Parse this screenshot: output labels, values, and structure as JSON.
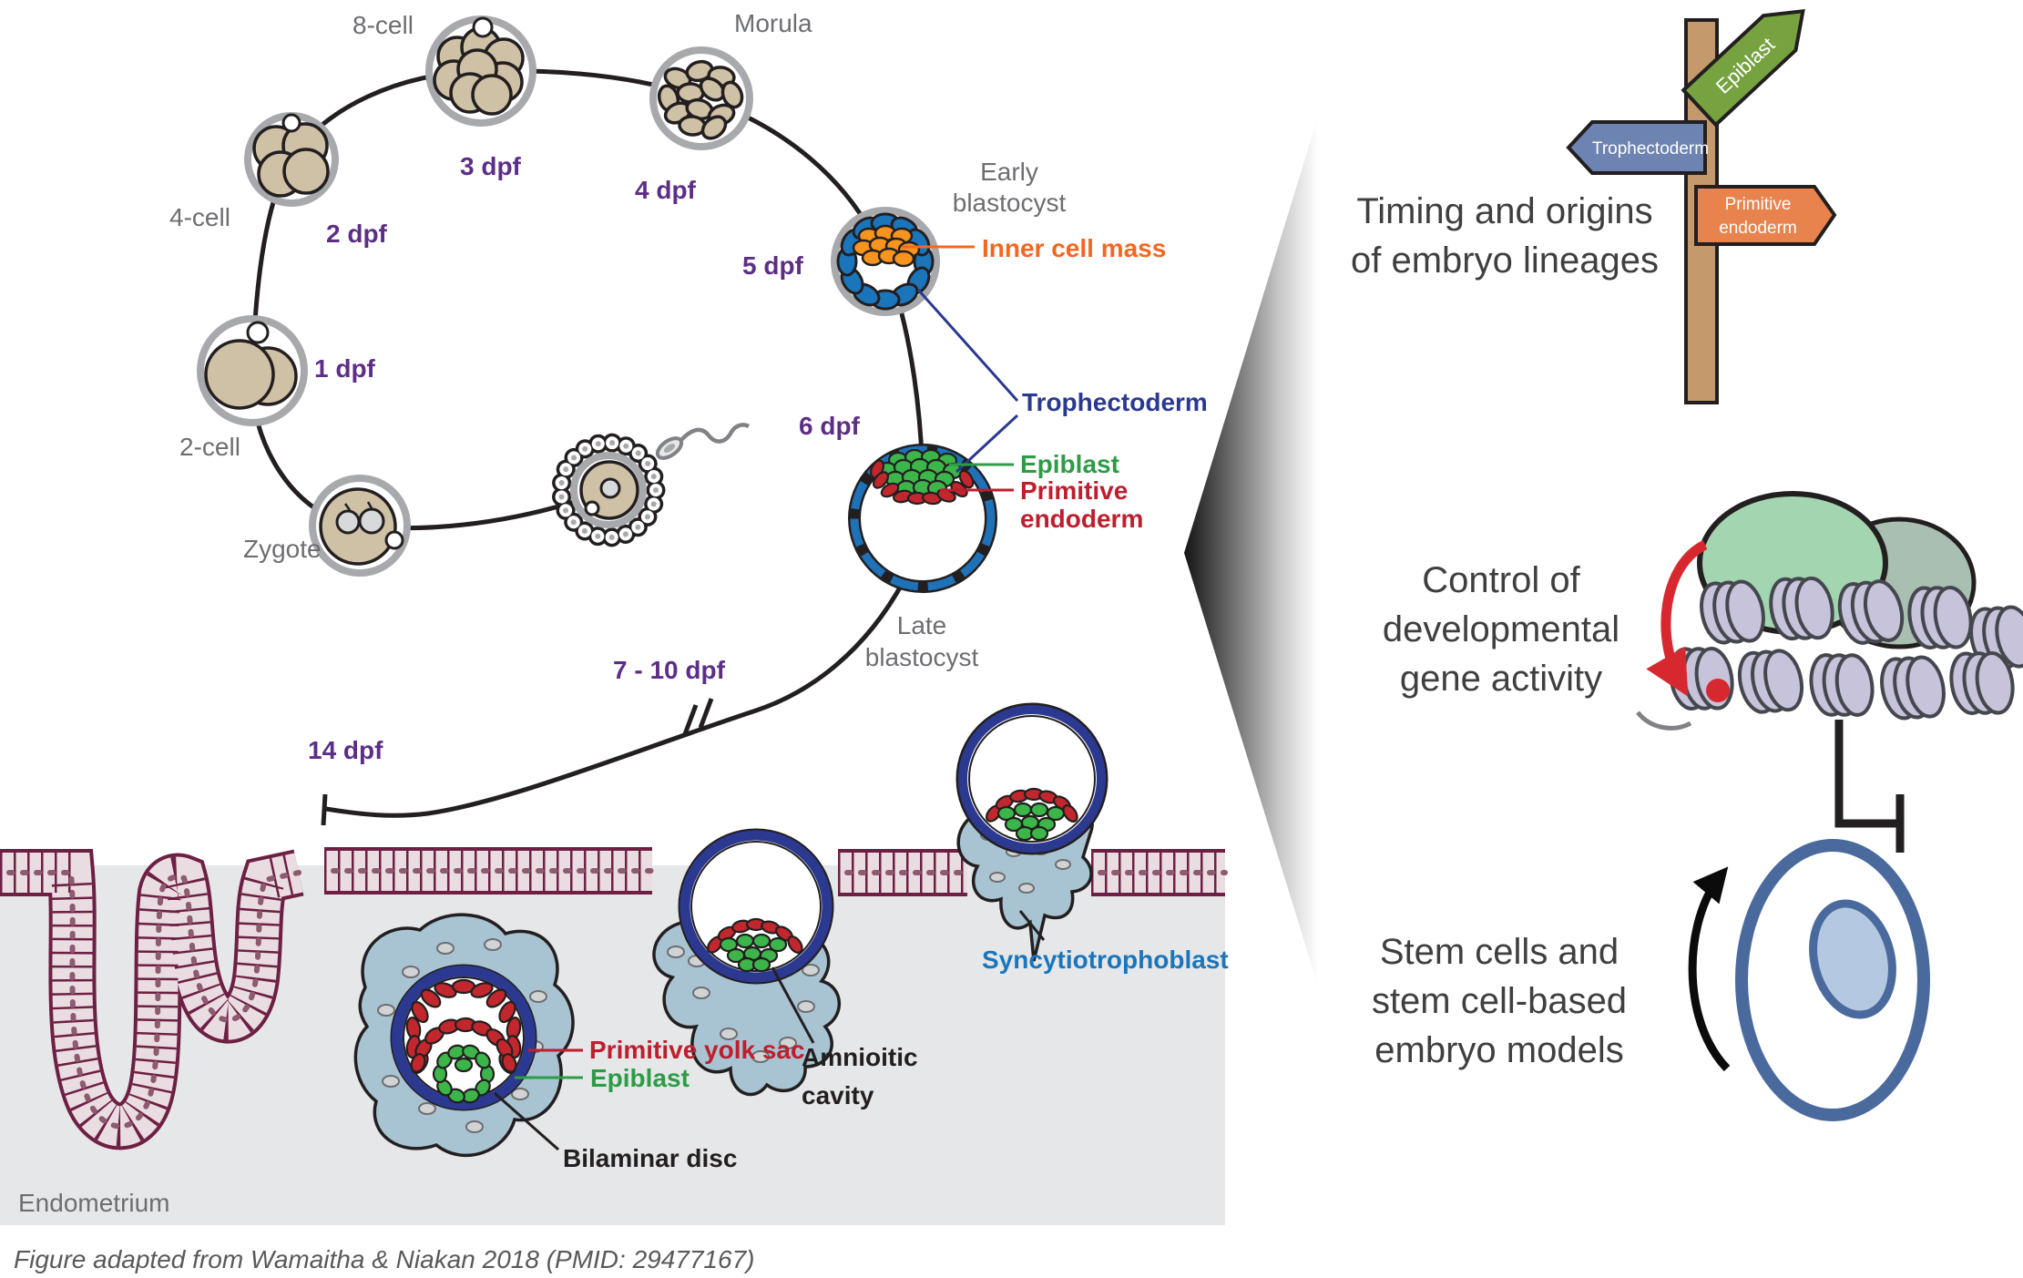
{
  "caption": "Figure adapted from Wamaitha & Niakan 2018 (PMID: 29477167)",
  "colors": {
    "dpf_purple": "#5c2e85",
    "stage_gray": "#6d6e71",
    "inner_cell_mass_orange": "#f26722",
    "trophectoderm_blue": "#2b3990",
    "epiblast_green": "#2e9b47",
    "primitive_endoderm_red": "#be1e2d",
    "syncytiotrophoblast_blue": "#1b75bb",
    "endometrium_gray": "#e6e7e8",
    "epithelium_maroon": "#6d1f44",
    "signpost_green": "#76a240",
    "signpost_blue": "#6d83b2",
    "signpost_orange": "#e8834e",
    "signpost_wood": "#c49a6c"
  },
  "timeline": {
    "stages": {
      "eight_cell": "8-cell",
      "morula": "Morula",
      "four_cell": "4-cell",
      "two_cell": "2-cell",
      "zygote": "Zygote",
      "early_blastocyst": [
        "Early",
        "blastocyst"
      ],
      "late_blastocyst": [
        "Late",
        "blastocyst"
      ]
    },
    "dpf": {
      "d1": "1 dpf",
      "d2": "2 dpf",
      "d3": "3 dpf",
      "d4": "4 dpf",
      "d5": "5 dpf",
      "d6": "6 dpf",
      "d7_10": "7 - 10 dpf",
      "d14": "14 dpf"
    }
  },
  "annotations": {
    "inner_cell_mass": "Inner cell mass",
    "trophectoderm": "Trophectoderm",
    "epiblast": "Epiblast",
    "primitive_endoderm": [
      "Primitive",
      "endoderm"
    ]
  },
  "implantation": {
    "primitive_yolk_sac": "Primitive yolk sac",
    "epiblast": "Epiblast",
    "bilaminar_disc": "Bilaminar disc",
    "amniotic_cavity": [
      "Amnioitic",
      "cavity"
    ],
    "syncytiotrophoblast": "Syncytiotrophoblast",
    "endometrium": "Endometrium"
  },
  "right_panel": {
    "item1": [
      "Timing and origins",
      "of embryo lineages"
    ],
    "item2": [
      "Control of",
      "developmental",
      "gene activity"
    ],
    "item3": [
      "Stem cells and",
      "stem cell-based",
      "embryo models"
    ],
    "signpost": {
      "epiblast": "Epiblast",
      "trophectoderm": "Trophectoderm",
      "primitive_endoderm": [
        "Primitive",
        "endoderm"
      ]
    }
  }
}
